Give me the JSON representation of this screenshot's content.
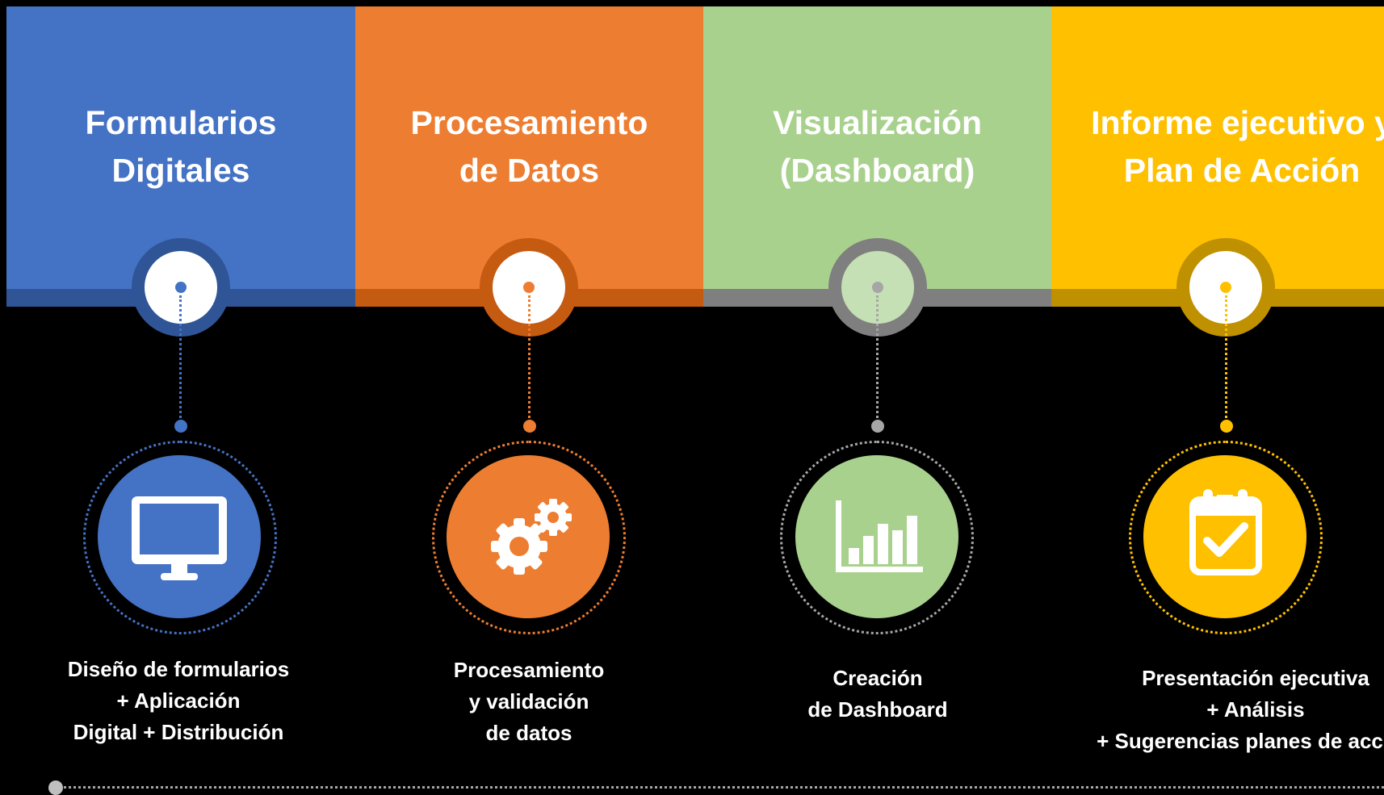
{
  "steps": [
    {
      "title_lines": [
        "Formularios",
        "Digitales"
      ],
      "caption_lines": [
        "Diseño de formularios",
        "+ Aplicación",
        "Digital + Distribución"
      ],
      "icon": "monitor-icon",
      "colors": {
        "panel": "#4472c4",
        "band": "#2f5597",
        "ring": "#2f5597",
        "dot": "#4472c4",
        "disc": "#4472c4",
        "dotted": "#4472c4"
      }
    },
    {
      "title_lines": [
        "Procesamiento",
        "de Datos"
      ],
      "caption_lines": [
        "Procesamiento",
        "y validación",
        "de datos"
      ],
      "icon": "gears-icon",
      "colors": {
        "panel": "#ed7d31",
        "band": "#c55a11",
        "ring": "#c55a11",
        "dot": "#ed7d31",
        "disc": "#ed7d31",
        "dotted": "#ed7d31"
      }
    },
    {
      "title_lines": [
        "Visualización",
        "(Dashboard)"
      ],
      "caption_lines": [
        "Creación",
        "de Dashboard"
      ],
      "icon": "bar-chart-icon",
      "colors": {
        "panel": "#a9d18e",
        "band": "#7f7f7f",
        "ring": "#7f7f7f",
        "dot": "#a6a6a6",
        "disc": "#a9d18e",
        "dotted": "#a6a6a6"
      }
    },
    {
      "title_lines": [
        "Informe ejecutivo y",
        "Plan de Acción"
      ],
      "caption_lines": [
        "Presentación ejecutiva",
        "+ Análisis",
        "+ Sugerencias planes de acción"
      ],
      "icon": "calendar-check-icon",
      "colors": {
        "panel": "#ffc000",
        "band": "#bf9000",
        "ring": "#bf9000",
        "dot": "#ffc000",
        "disc": "#ffc000",
        "dotted": "#ffc000"
      }
    }
  ]
}
